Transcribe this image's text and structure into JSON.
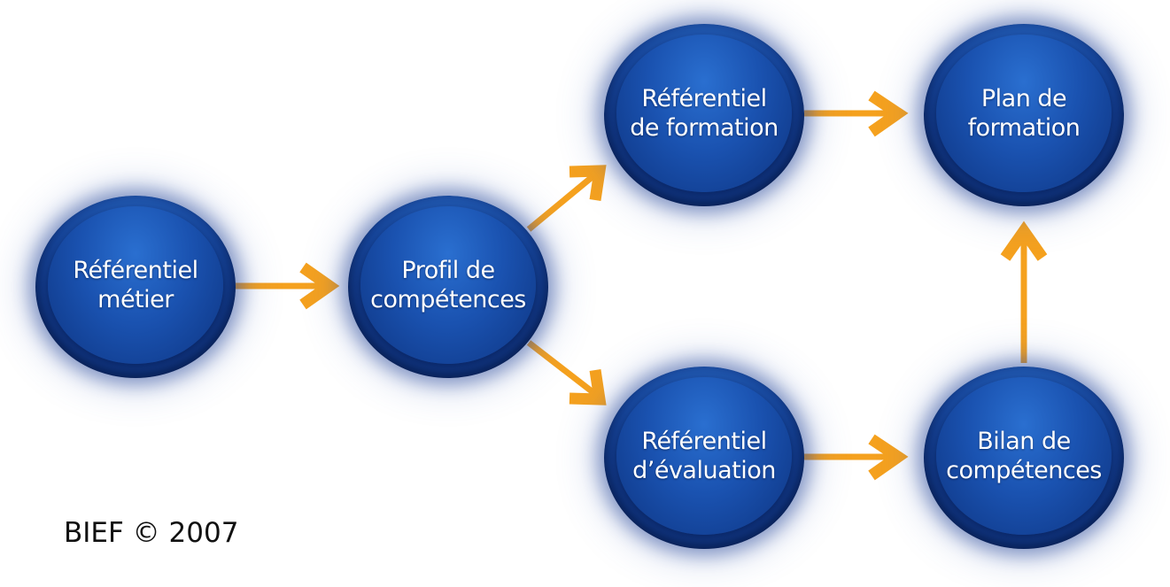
{
  "diagram": {
    "nodes": [
      {
        "id": "referentiel-metier",
        "label": "Référentiel\nmétier"
      },
      {
        "id": "profil-competences",
        "label": "Profil de\ncompétences"
      },
      {
        "id": "referentiel-formation",
        "label": "Référentiel\nde formation"
      },
      {
        "id": "referentiel-evaluation",
        "label": "Référentiel\nd’évaluation"
      },
      {
        "id": "plan-formation",
        "label": "Plan de\nformation"
      },
      {
        "id": "bilan-competences",
        "label": "Bilan de\ncompétences"
      }
    ],
    "edges": [
      {
        "from": "referentiel-metier",
        "to": "profil-competences"
      },
      {
        "from": "profil-competences",
        "to": "referentiel-formation"
      },
      {
        "from": "profil-competences",
        "to": "referentiel-evaluation"
      },
      {
        "from": "referentiel-formation",
        "to": "plan-formation"
      },
      {
        "from": "referentiel-evaluation",
        "to": "bilan-competences"
      },
      {
        "from": "bilan-competences",
        "to": "plan-formation"
      }
    ],
    "colors": {
      "arrow": "#f5a11e",
      "node": "#1a52b0",
      "label": "#ffffff"
    }
  },
  "footer": {
    "copyright": "BIEF © 2007"
  }
}
